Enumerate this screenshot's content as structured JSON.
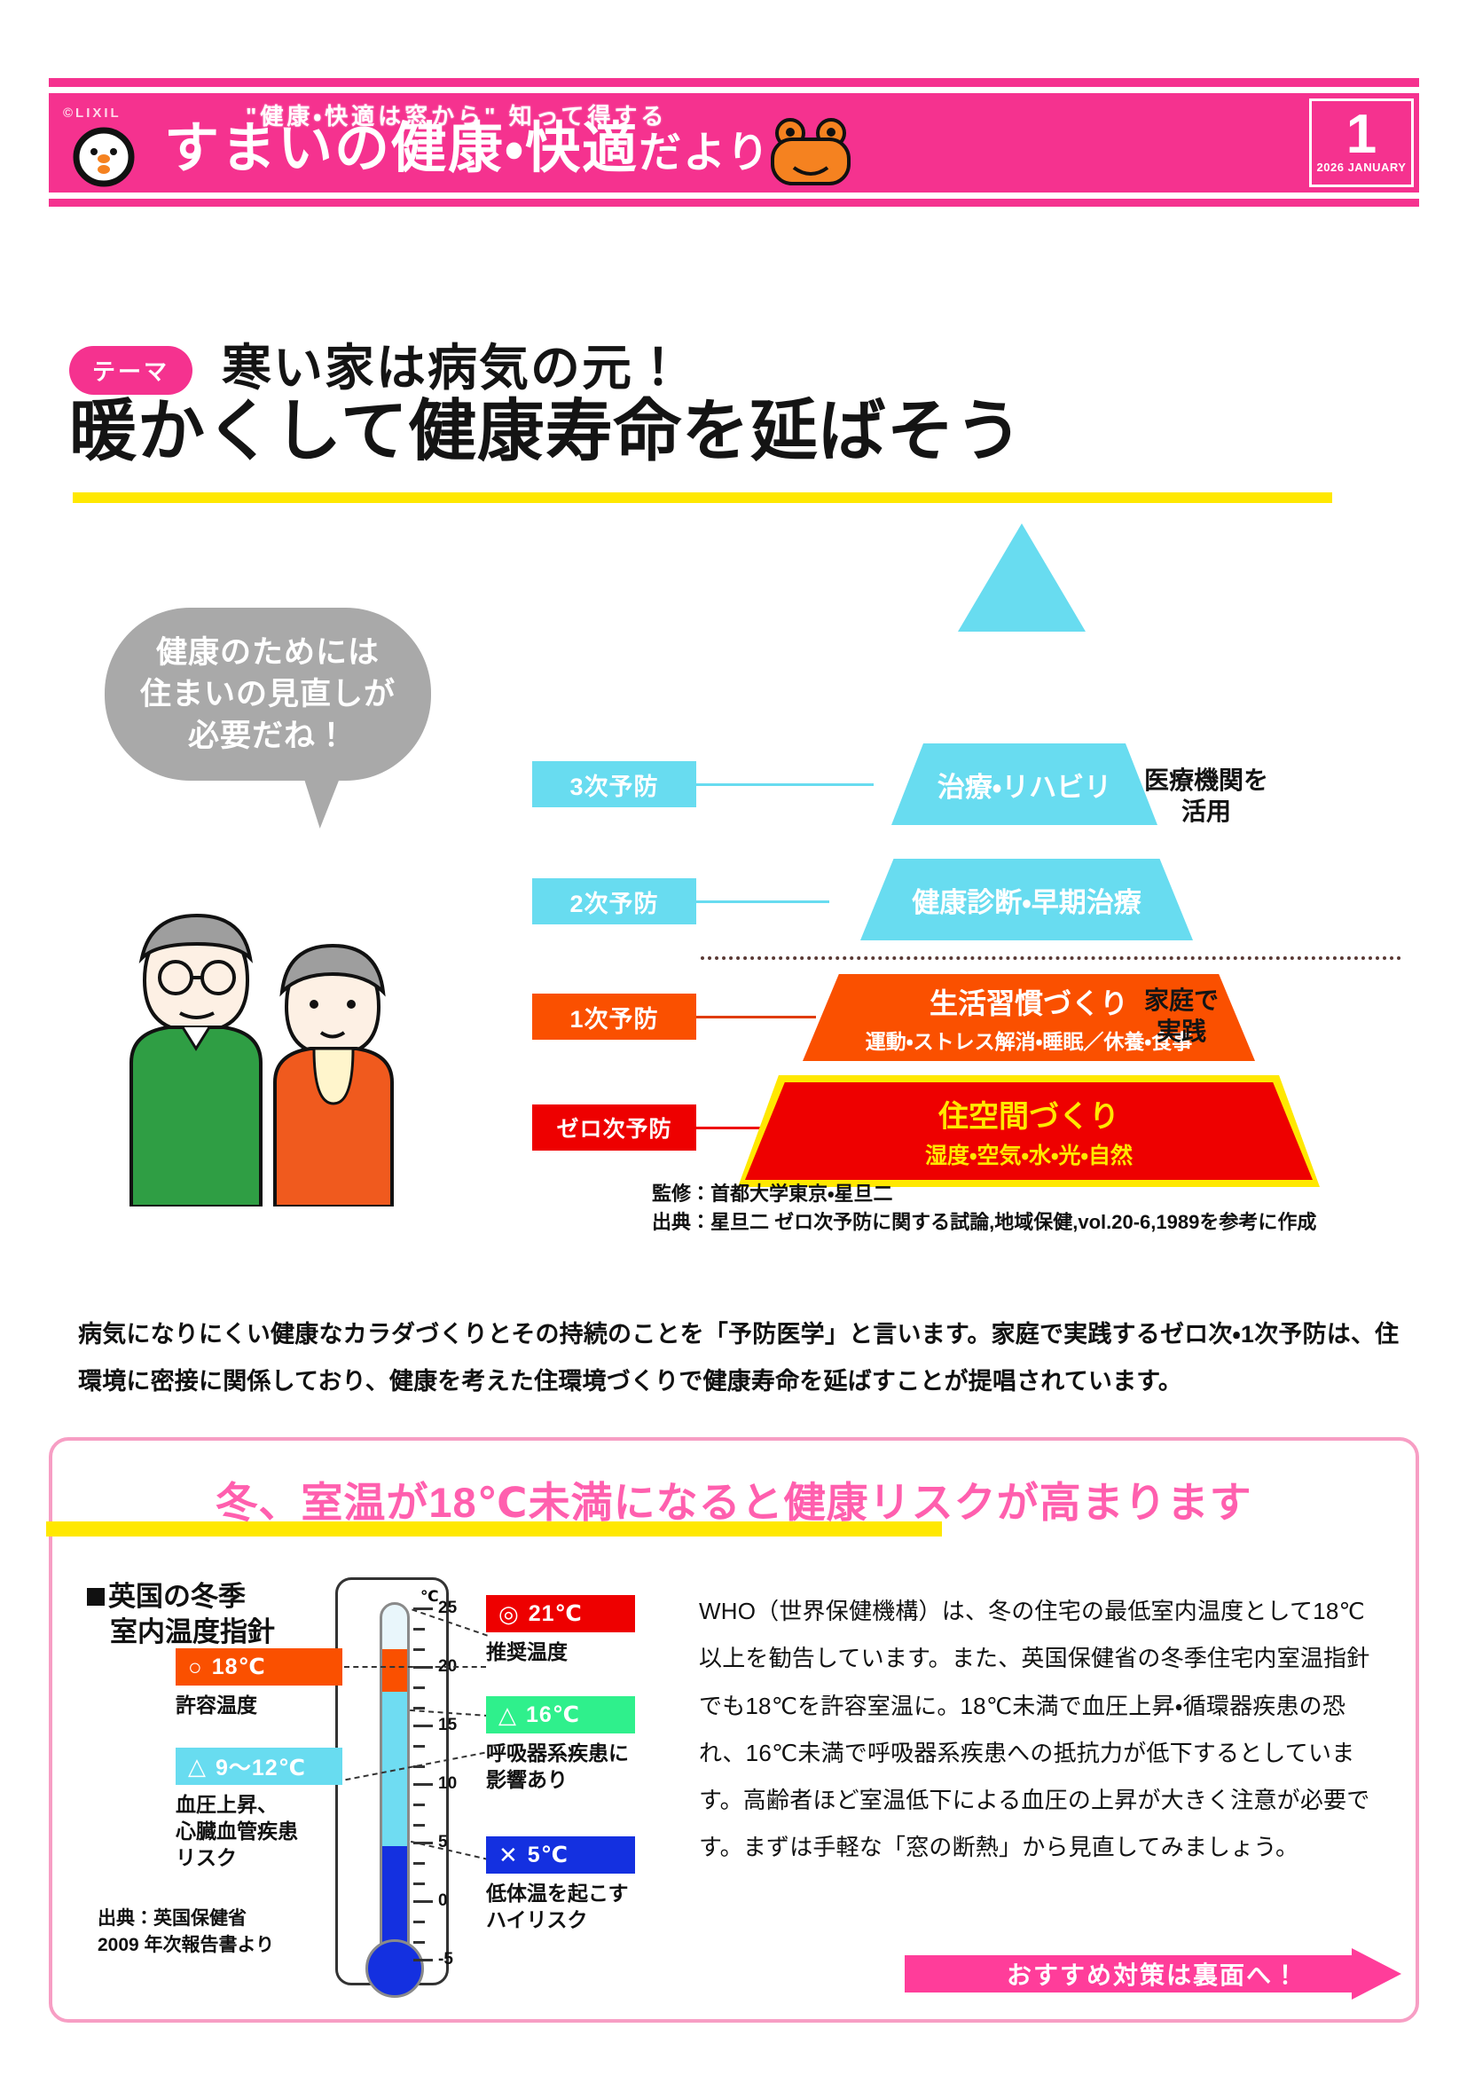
{
  "header": {
    "brand": "©LIXIL",
    "tagline": "\"健康・快適は窓から\" 知って得する",
    "title_main": "すまいの健康・快適",
    "title_suffix": "だより",
    "month_number": "1",
    "month_label": "2026 JANUARY"
  },
  "theme": {
    "badge": "テーマ",
    "line1": "寒い家は病気の元！",
    "line2": "暖かくして健康寿命を延ばそう"
  },
  "illustration": {
    "bubble_line1": "健康のためには",
    "bubble_line2": "住まいの見直しが",
    "bubble_line3": "必要だね！"
  },
  "pyramid": {
    "levels": [
      {
        "label": "3次予防",
        "title": "治療・リハビリ",
        "sub": "",
        "color": "#68dcf0"
      },
      {
        "label": "2次予防",
        "title": "健康診断・早期治療",
        "sub": "",
        "color": "#68dcf0"
      },
      {
        "label": "1次予防",
        "title": "生活習慣づくり",
        "sub": "運動・ストレス解消・睡眠／休養・食事",
        "color": "#fa5000"
      },
      {
        "label": "ゼロ次予防",
        "title": "住空間づくり",
        "sub": "湿度・空気・水・光・自然",
        "color": "#ee0000"
      }
    ],
    "side_note_top_l1": "医療機関を",
    "side_note_top_l2": "活用",
    "side_note_bottom_l1": "家庭で",
    "side_note_bottom_l2": "実践",
    "source_line1": "監修：首都大学東京・星旦二",
    "source_line2": "出典：星旦二 ゼロ次予防に関する試論,地域保健,vol.20-6,1989を参考に作成"
  },
  "body_paragraph": "病気になりにくい健康なカラダづくりとその持続のことを「予防医学」と言います。家庭で実践するゼロ次・1次予防は、住環境に密接に関係しており、健康を考えた住環境づくりで健康寿命を延ばすことが提唱されています。",
  "panel": {
    "headline": "冬、室温が18℃未満になると健康リスクが高まります",
    "thermometer_title_l1": "英国の冬季",
    "thermometer_title_l2": "室内温度指針",
    "unit_label": "℃",
    "scale_ticks": [
      "25",
      "20",
      "15",
      "10",
      "5",
      "0",
      "-5"
    ],
    "markers": [
      {
        "glyph": "◎",
        "temp": "21℃",
        "caption_l1": "推奨温度",
        "caption_l2": "",
        "color": "#ee0000"
      },
      {
        "glyph": "○",
        "temp": "18℃",
        "caption_l1": "許容温度",
        "caption_l2": "",
        "color": "#fa5000"
      },
      {
        "glyph": "△",
        "temp": "16℃",
        "caption_l1": "呼吸器系疾患に",
        "caption_l2": "影響あり",
        "color": "#2ff08c"
      },
      {
        "glyph": "△",
        "temp": "9〜12℃",
        "caption_l1": "血圧上昇、",
        "caption_l2": "心臓血管疾患",
        "caption_l3": "リスク",
        "color": "#68dcf0"
      },
      {
        "glyph": "✕",
        "temp": "5℃",
        "caption_l1": "低体温を起こす",
        "caption_l2": "ハイリスク",
        "color": "#1430e0"
      }
    ],
    "source_l1": "出典：英国保健省",
    "source_l2": "2009 年次報告書より",
    "who_paragraph": "WHO（世界保健機構）は、冬の住宅の最低室内温度として18℃以上を勧告しています。また、英国保健省の冬季住宅内室温指針でも18℃を許容室温に。18℃未満で血圧上昇・循環器疾患の恐れ、16℃未満で呼吸器系疾患への抵抗力が低下するとしています。高齢者ほど室温低下による血圧の上昇が大きく注意が必要です。まずは手軽な「窓の断熱」から見直してみましょう。",
    "cta": "おすすめ対策は裏面へ！"
  },
  "colors": {
    "brand_pink": "#f5328f",
    "light_pink": "#ff5fae",
    "cyan": "#68dcf0",
    "orange": "#fa5000",
    "red": "#ee0000",
    "yellow": "#ffe800",
    "green": "#2ff08c",
    "blue": "#1430e0"
  }
}
